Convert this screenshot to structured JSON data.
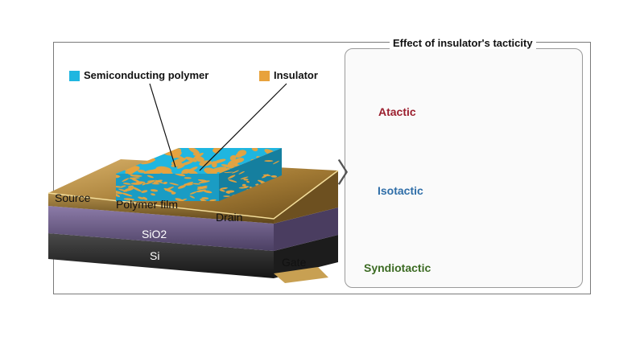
{
  "legend": {
    "semiconducting_label": "Semiconducting polymer",
    "insulator_label": "Insulator"
  },
  "device": {
    "source_label": "Source",
    "film_label": "Polymer film",
    "drain_label": "Drain",
    "sio2_label": "SiO2",
    "si_label": "Si",
    "gate_label": "Gate"
  },
  "panel": {
    "title": "Effect of insulator's tacticity",
    "items": [
      {
        "label": "Atactic",
        "color": "#9b1f2e"
      },
      {
        "label": "Isotactic",
        "color": "#2f6ea8"
      },
      {
        "label": "Syndiotactic",
        "color": "#3c6b23"
      }
    ]
  },
  "colors": {
    "semiconducting": "#1fb6e0",
    "insulator": "#e8a23c",
    "gold": "#b99142",
    "sio2": "#6c5c86",
    "si": "#2b2b2b"
  },
  "icons": [
    "chevron-right-icon",
    "polymer-chain-icon"
  ]
}
